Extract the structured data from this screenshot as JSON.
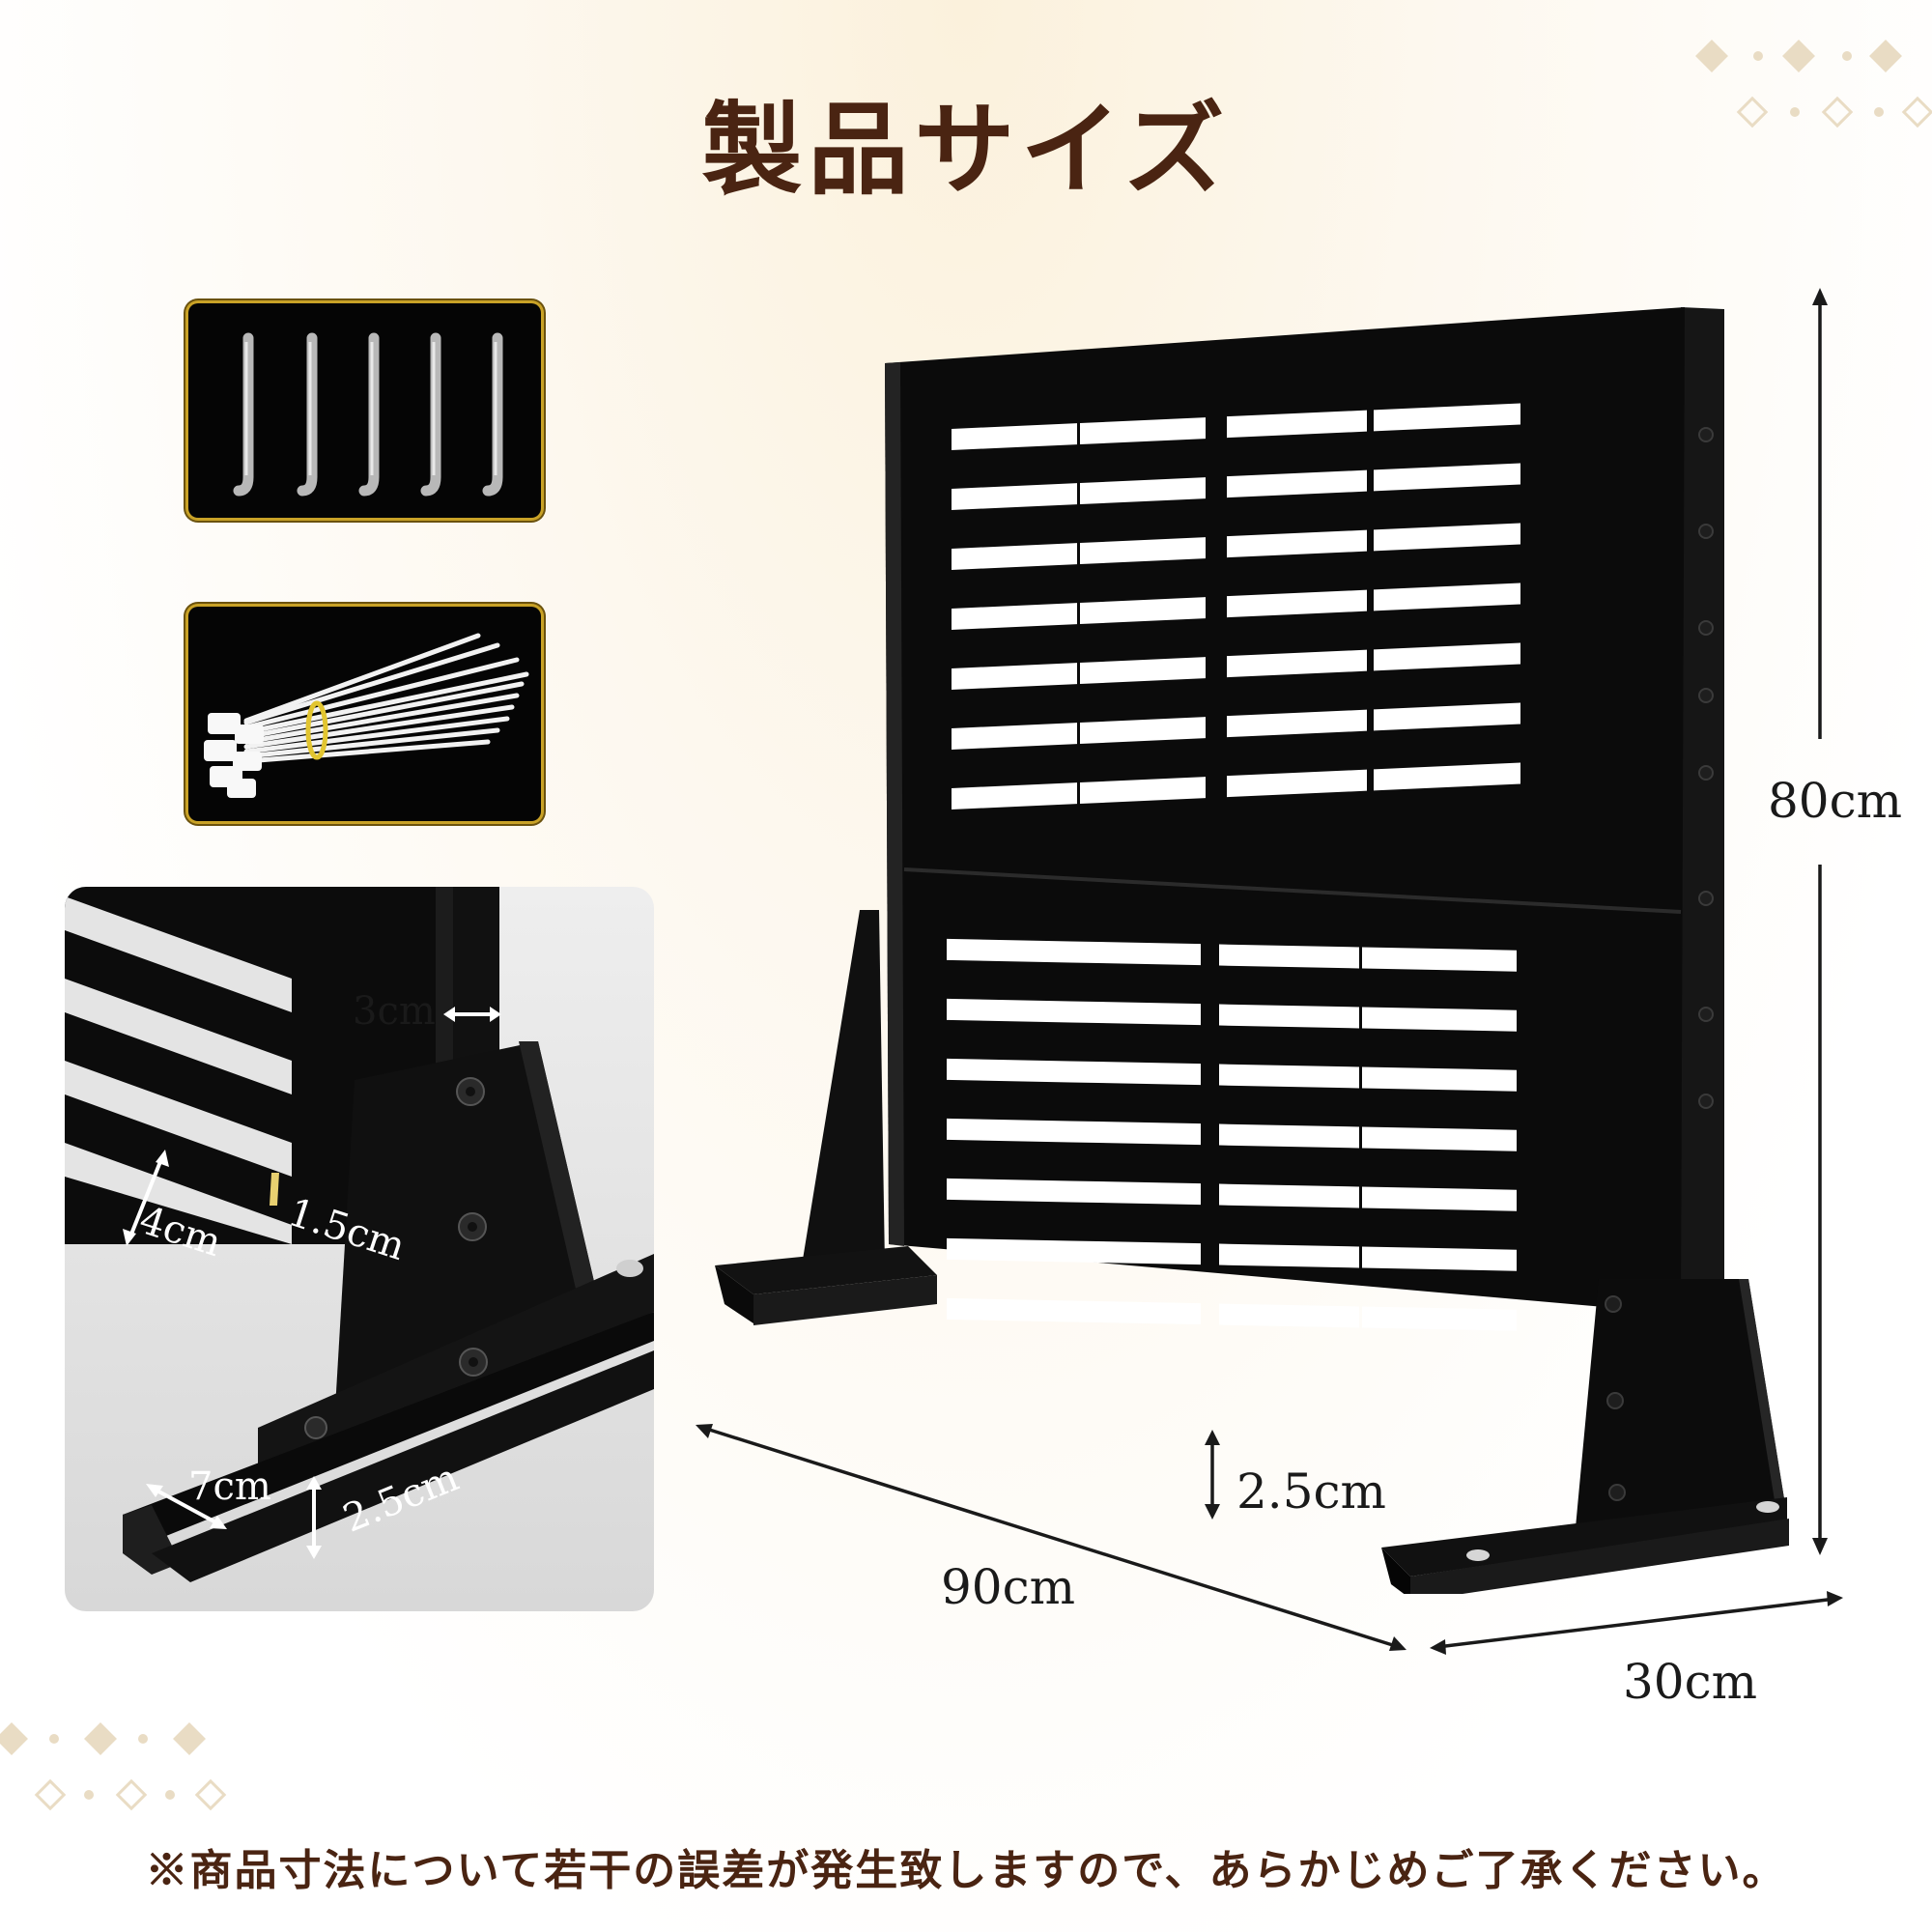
{
  "page": {
    "title": "製品サイズ",
    "footer_note": "※商品寸法について若干の誤差が発生致しますので、あらかじめご了承ください。"
  },
  "accessories": [
    {
      "name": "hooks",
      "icon": "s-hook-icon"
    },
    {
      "name": "cable-ties",
      "icon": "cable-tie-bundle-icon"
    }
  ],
  "dimensions": {
    "height": "80cm",
    "width": "90cm",
    "depth": "30cm",
    "ground_clearance": "2.5cm"
  },
  "detail": {
    "post_width": "3cm",
    "slot_gap": "4cm",
    "slot_height": "1.5cm",
    "base_width": "7cm",
    "base_height": "2.5cm"
  },
  "colors": {
    "title": "#4a2412",
    "frame_border": "#c9a227",
    "product": "#0a0a0a"
  }
}
